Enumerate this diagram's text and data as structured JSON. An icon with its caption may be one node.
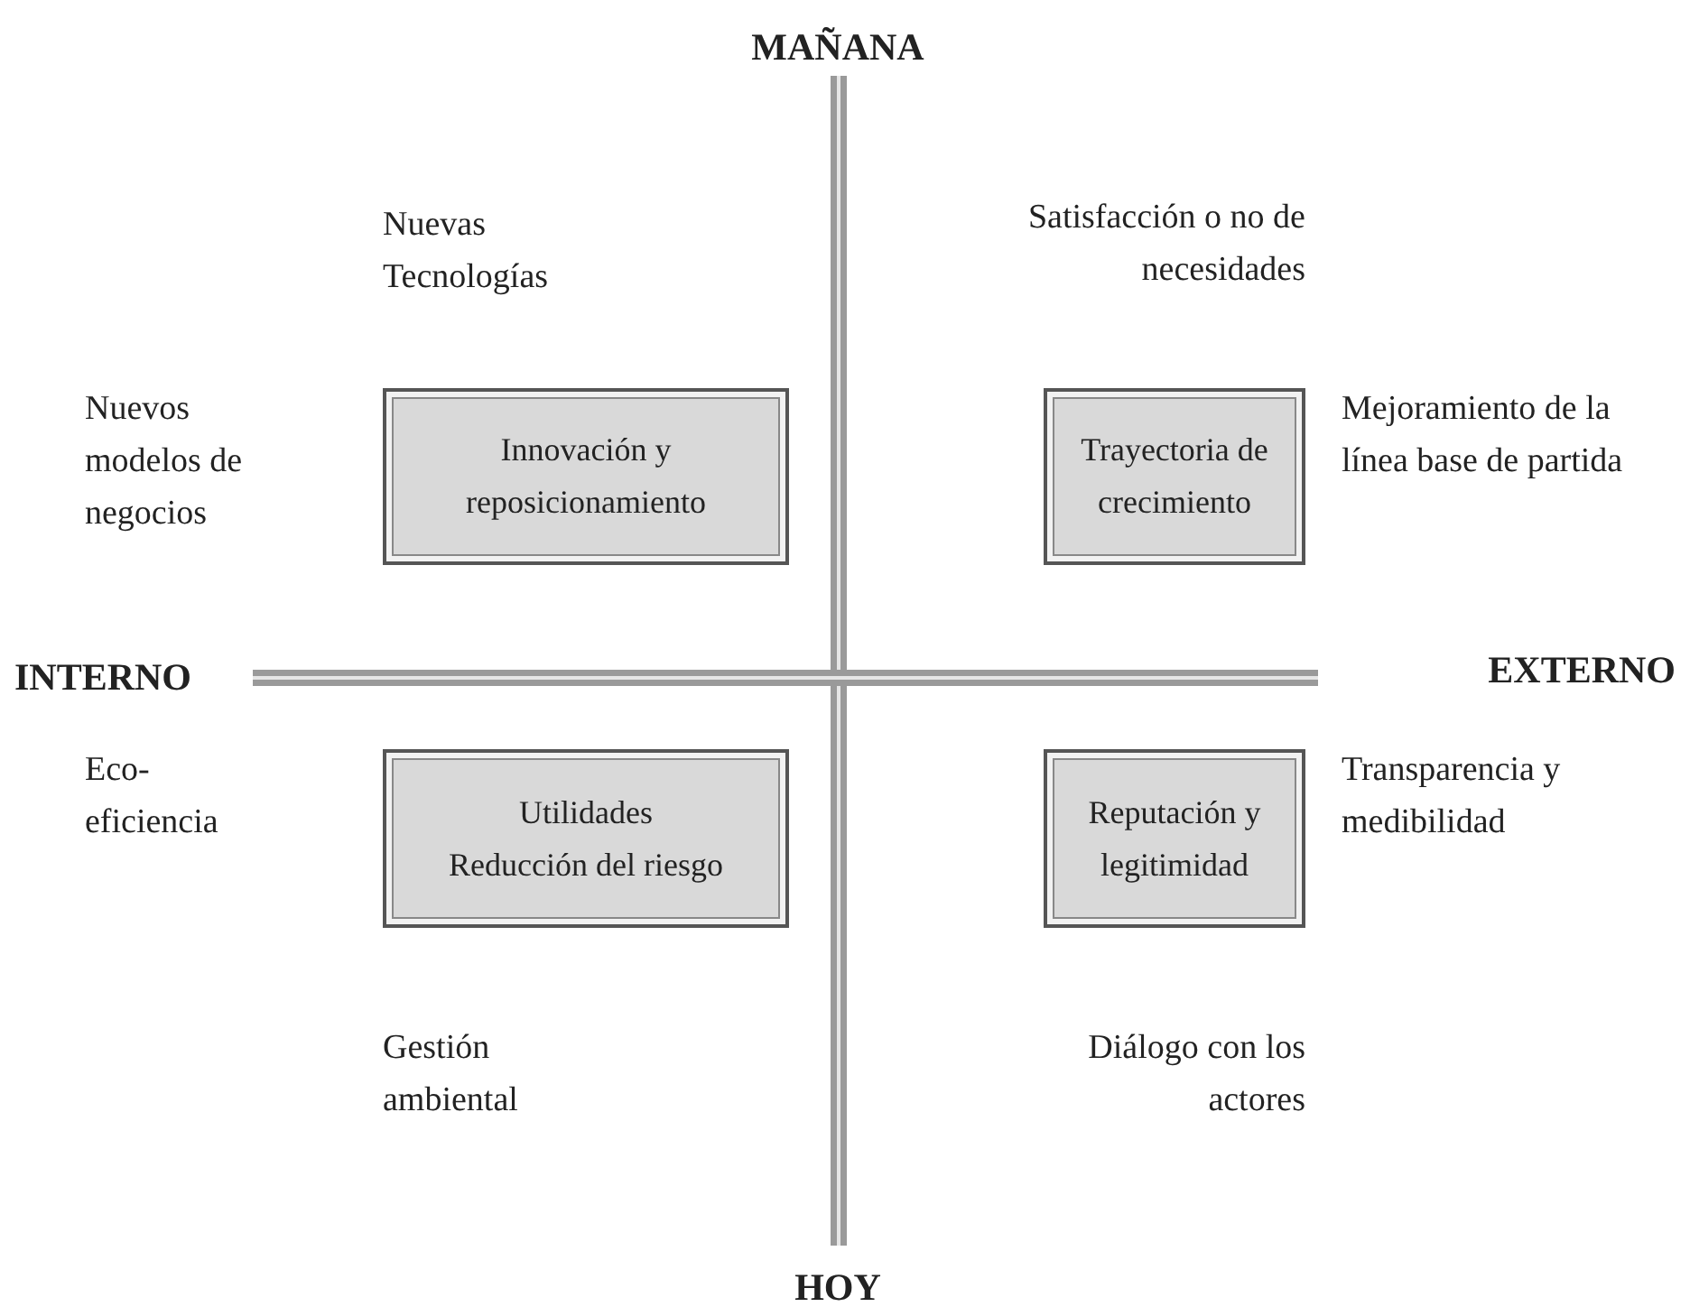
{
  "diagram": {
    "nodes": [
      {
        "text": [
          "Innovación y reposicionamiento"
        ]
      },
      {
        "text": [
          "Trayectoria de crecimiento"
        ]
      },
      {
        "text": [
          "Utilidades",
          "Reducción del riesgo"
        ]
      },
      {
        "text": [
          "Reputación y legitimidad"
        ]
      }
    ],
    "labels": [
      "MAÑANA",
      "Nuevas Tecnologías",
      "Satisfacción o no de necesidades",
      "Nuevos modelos de negocios",
      "Mejoramiento de la línea base de partida",
      "INTERNO",
      "EXTERNO",
      "Eco-eficiencia",
      "Transparencia y medibilidad",
      "Gestión ambiental",
      "Diálogo con los actores",
      "HOY"
    ]
  }
}
